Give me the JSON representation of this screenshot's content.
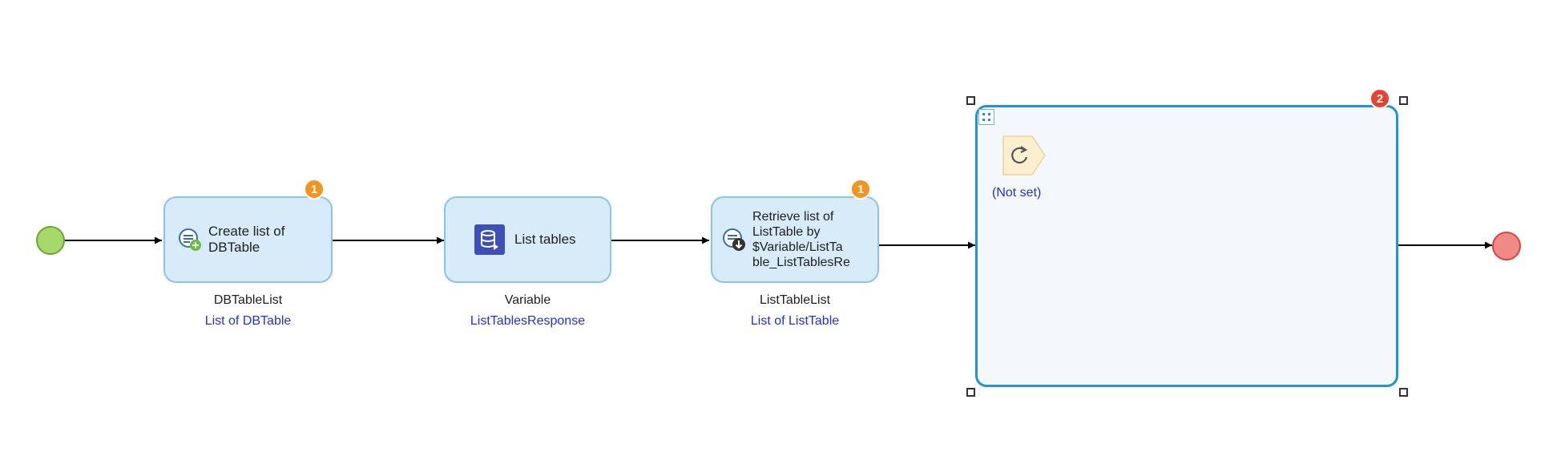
{
  "flow": {
    "activities": [
      {
        "key": "create_list",
        "label": "Create list of DBTable",
        "icon": "create-list-icon",
        "badge": "1",
        "output_name": "DBTableList",
        "output_type": "List of DBTable"
      },
      {
        "key": "list_tables",
        "label": "List tables",
        "icon": "database-action-icon",
        "badge": "",
        "output_name": "Variable",
        "output_type": "ListTablesResponse"
      },
      {
        "key": "retrieve_list",
        "label": "Retrieve list of ListTable by $Variable/ListTable_ListTablesRe",
        "icon": "retrieve-icon",
        "badge": "1",
        "output_name": "ListTableList",
        "output_type": "List of ListTable"
      }
    ],
    "loop": {
      "badge": "2",
      "iterator_label": "(Not set)",
      "iterator_icon": "loop-iterator-icon"
    },
    "start_event": {
      "color": "#a6d96a"
    },
    "end_event": {
      "color": "#f08a86"
    }
  },
  "activity_labels": {
    "create_list_lines": [
      "Create list of",
      "DBTable"
    ],
    "list_tables": "List tables",
    "retrieve_list_lines": [
      "Retrieve list of",
      "ListTable by",
      "$Variable/ListTa",
      "ble_ListTablesRe"
    ]
  },
  "colors": {
    "activity_fill": "#d8ebf9",
    "activity_border": "#8cc3ec",
    "loop_border": "#2592d6",
    "badge_orange": "#f5931e",
    "badge_red": "#e8422f",
    "type_text": "#2233cc"
  }
}
